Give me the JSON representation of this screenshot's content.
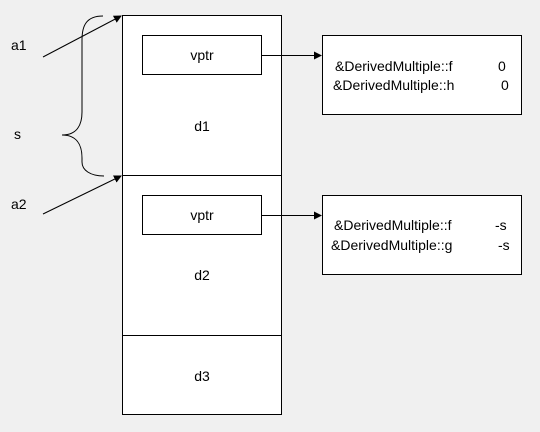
{
  "labels": {
    "a1": "a1",
    "a2": "a2",
    "s": "s"
  },
  "object": {
    "d1": {
      "name": "d1",
      "vptr": "vptr"
    },
    "d2": {
      "name": "d2",
      "vptr": "vptr"
    },
    "d3": {
      "name": "d3"
    }
  },
  "vtables": [
    {
      "rows": [
        {
          "entry": "&DerivedMultiple::f",
          "offset": "0"
        },
        {
          "entry": "&DerivedMultiple::h",
          "offset": "0"
        }
      ]
    },
    {
      "rows": [
        {
          "entry": "&DerivedMultiple::f",
          "offset": "-s"
        },
        {
          "entry": "&DerivedMultiple::g",
          "offset": "-s"
        }
      ]
    }
  ],
  "colors": {
    "background": "#f0f0f0",
    "stroke": "#000000",
    "box_fill": "#ffffff"
  }
}
